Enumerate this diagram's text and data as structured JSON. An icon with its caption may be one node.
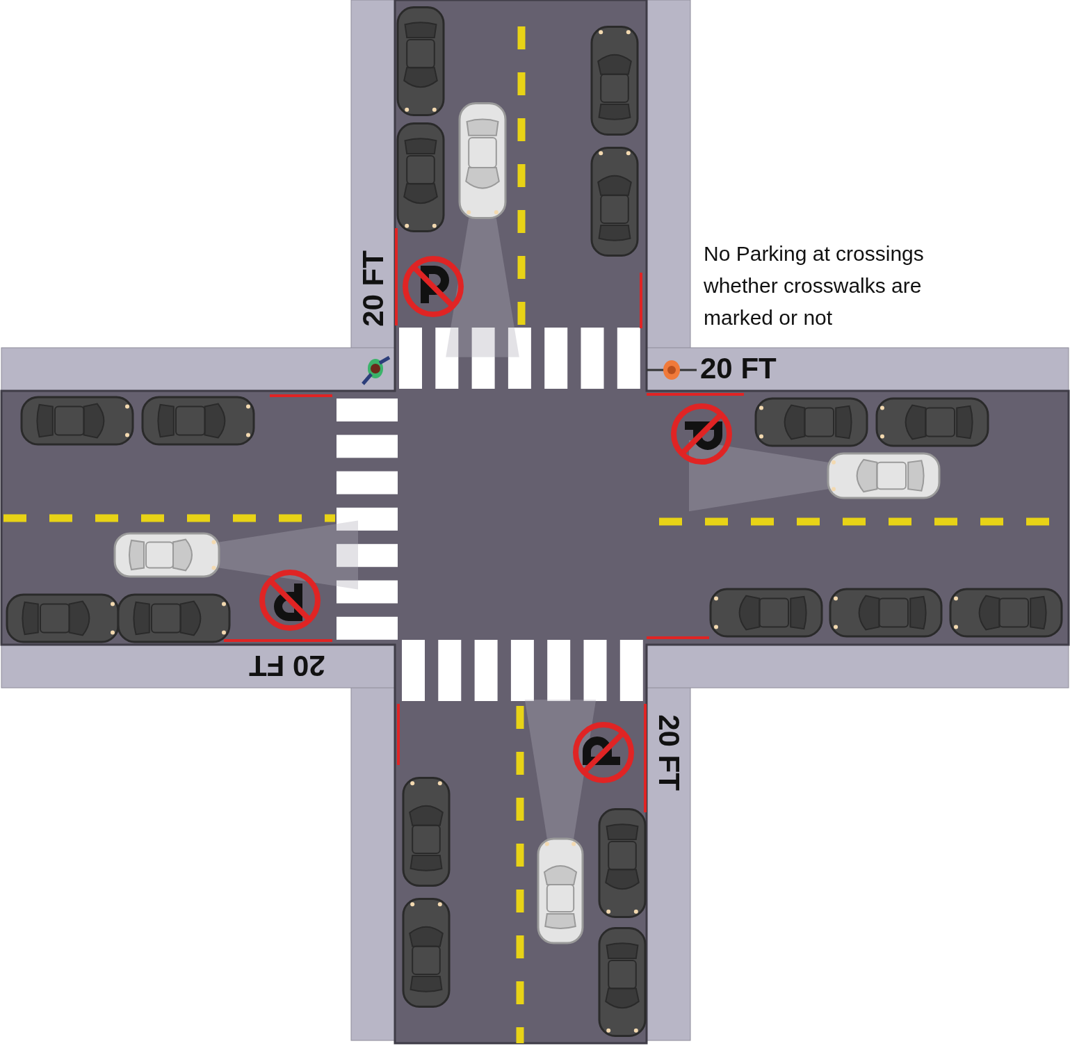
{
  "diagram": {
    "labels": [
      "No Parking at crossings whether crosswalks are marked or not",
      "20 FT",
      "20 FT",
      "20 FT",
      "20 FT"
    ]
  }
}
